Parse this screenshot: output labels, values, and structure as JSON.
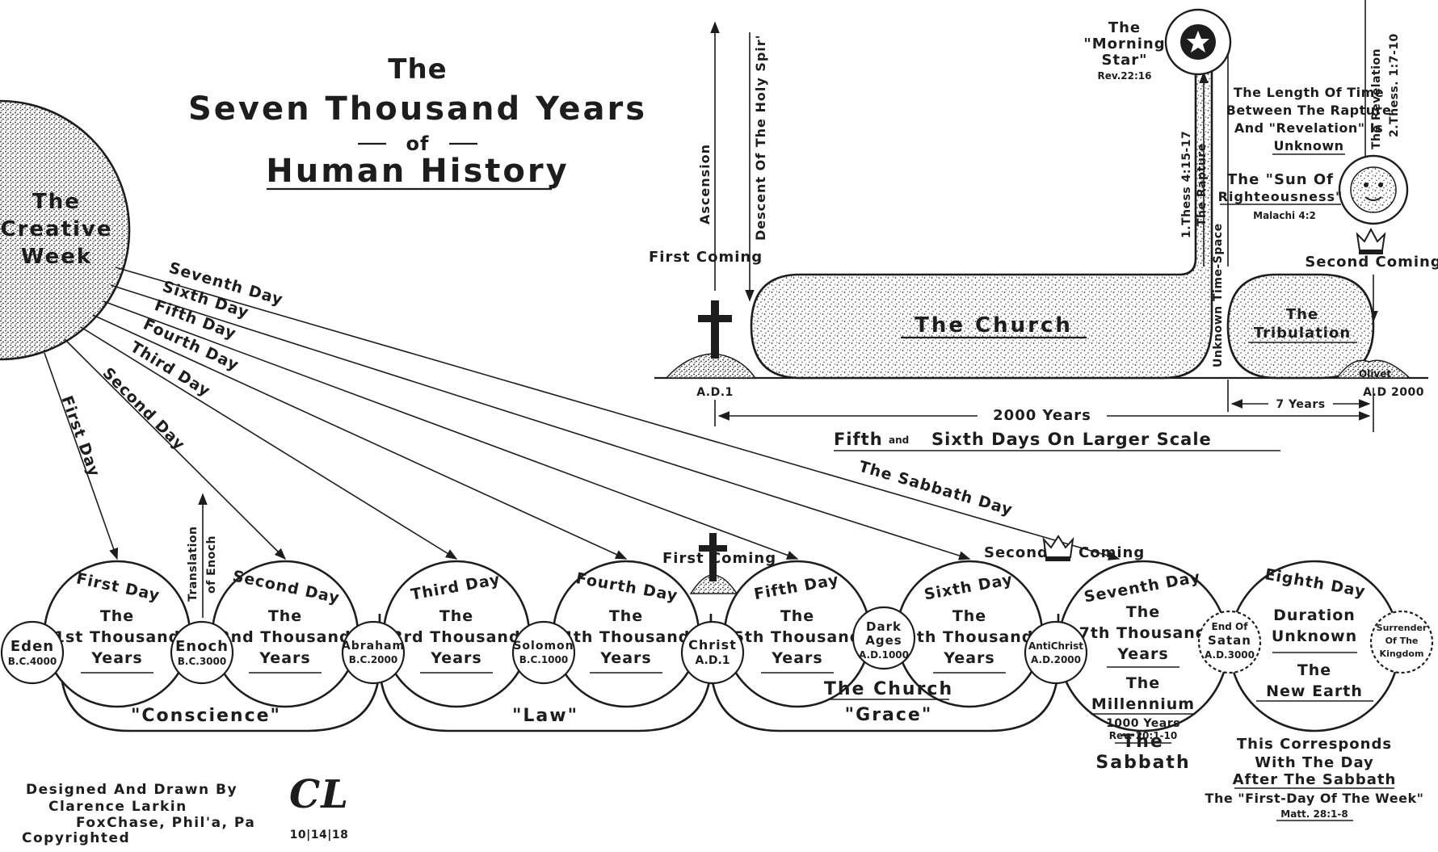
{
  "title": {
    "line1": "The",
    "line2": "Seven Thousand Years",
    "line3": "of",
    "line4": "Human History"
  },
  "creative_week": [
    "The",
    "Creative",
    "Week"
  ],
  "day_rays": [
    "First Day",
    "Second Day",
    "Third Day",
    "Fourth Day",
    "Fifth Day",
    "Sixth Day",
    "Seventh Day",
    "The Sabbath Day"
  ],
  "markers": [
    {
      "line1": "Eden",
      "line2": "B.C.4000"
    },
    {
      "line1": "Enoch",
      "line2": "B.C.3000"
    },
    {
      "line1": "Abraham",
      "line2": "B.C.2000"
    },
    {
      "line1": "Solomon",
      "line2": "B.C.1000"
    },
    {
      "line1": "Christ",
      "line2": "A.D.1"
    },
    {
      "line1": "Dark",
      "line2": "Ages",
      "line3": "A.D.1000"
    },
    {
      "line1": "AntiChrist",
      "line2": "A.D.2000"
    },
    {
      "line1": "End Of",
      "line2": "Satan",
      "line3": "A.D.3000"
    },
    {
      "line1": "Surrender",
      "line2": "Of The",
      "line3": "Kingdom"
    }
  ],
  "day_circles": [
    {
      "line1": "First Day",
      "line2": "The",
      "line3": "1st Thousand",
      "line4": "Years"
    },
    {
      "line1": "Second Day",
      "line2": "The",
      "line3": "2nd Thousand",
      "line4": "Years"
    },
    {
      "line1": "Third Day",
      "line2": "The",
      "line3": "3rd Thousand",
      "line4": "Years"
    },
    {
      "line1": "Fourth Day",
      "line2": "The",
      "line3": "4th Thousand",
      "line4": "Years"
    },
    {
      "line1": "Fifth Day",
      "line2": "The",
      "line3": "5th Thousand",
      "line4": "Years"
    },
    {
      "line1": "Sixth Day",
      "line2": "The",
      "line3": "6th Thousand",
      "line4": "Years"
    },
    {
      "line1": "Seventh Day",
      "line2": "The",
      "line3": "7th Thousand",
      "line4": "Years"
    },
    {
      "line1": "Eighth Day",
      "line2": "Duration",
      "line3": "Unknown"
    }
  ],
  "eras": {
    "conscience": "\"Conscience\"",
    "law": "\"Law\"",
    "church": "The Church",
    "grace": "\"Grace\""
  },
  "millennium": {
    "the": "The",
    "millennium": "Millennium",
    "years": "1000 Years",
    "ref": "Rev. 20:1-10",
    "sabbath1": "The",
    "sabbath2": "Sabbath"
  },
  "new_earth": {
    "the": "The",
    "name": "New Earth",
    "note1": "This Corresponds",
    "note2": "With The Day",
    "note3": "After The Sabbath",
    "note4": "The \"First-Day Of The Week\"",
    "note5": "Matt. 28:1-8"
  },
  "translation_of_enoch": [
    "Translation",
    "of Enoch"
  ],
  "first_coming_lower": "First Coming",
  "second_coming_lower": [
    "Second",
    "Coming"
  ],
  "upper": {
    "ascension": "Ascension",
    "descent": "Descent Of The Holy Spir'",
    "first_coming": "First Coming",
    "church": "The Church",
    "ad1": "A.D.1",
    "thess": "1.Thess 4:15-17",
    "rapture": "The Rapture",
    "unknown_space": "Unknown Time-Space",
    "morning_star1": "The",
    "morning_star2": "\"Morning",
    "morning_star3": "Star\"",
    "morning_star_ref": "Rev.22:16",
    "length1": "The Length Of Time",
    "length2": "Between The Rapture",
    "length3": "And \"Revelation\" Is",
    "length4": "Unknown",
    "sun1": "The \"Sun Of",
    "sun2": "Righteousness\"",
    "sun_ref": "Malachi 4:2",
    "revelation": "The Revelation",
    "revelation_ref": "2.Thess. 1:7-10",
    "second_coming": "Second Coming",
    "tribulation1": "The",
    "tribulation2": "Tribulation",
    "olivet": "Olivet",
    "ad2000": "A.D 2000",
    "seven_years": "7 Years",
    "two_thousand": "2000 Years",
    "scale1": "Fifth",
    "scale_and": "and",
    "scale2": "Sixth Days On Larger Scale"
  },
  "credit": {
    "line1": "Designed And Drawn By",
    "line2": "Clarence Larkin",
    "line3": "FoxChase, Phil'a, Pa",
    "line4": "Copyrighted",
    "monogram": "CL",
    "date": "10|14|18"
  }
}
